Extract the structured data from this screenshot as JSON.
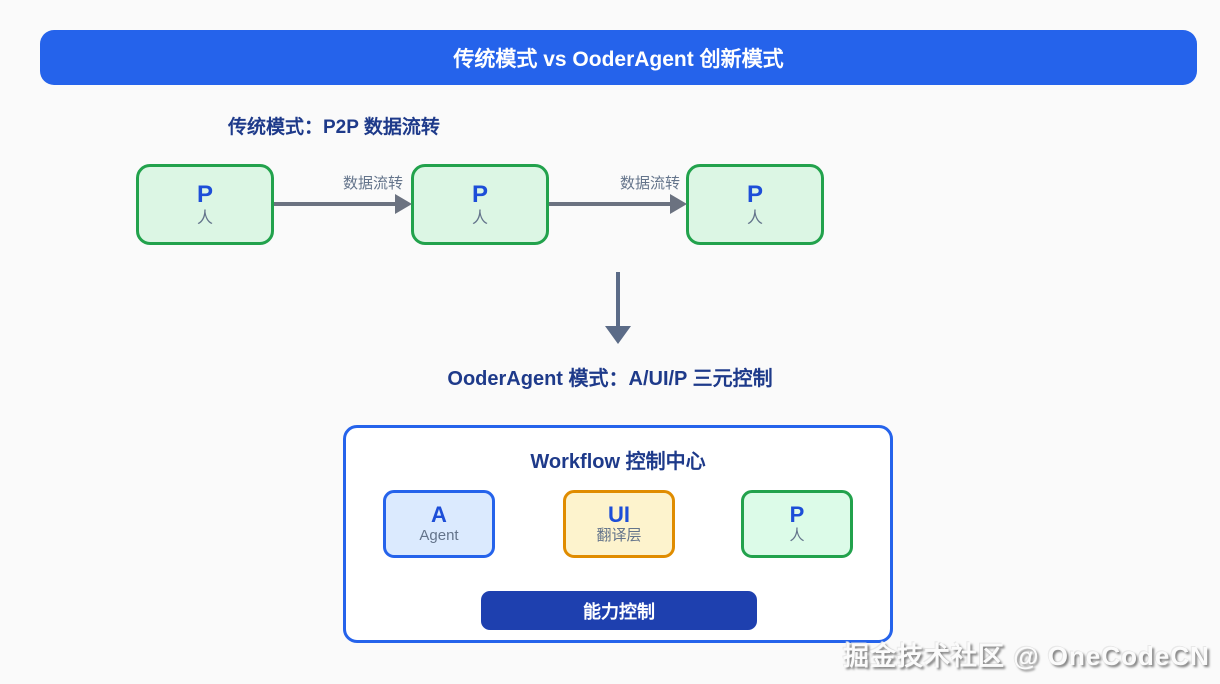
{
  "banner": {
    "title": "传统模式 vs OoderAgent 创新模式"
  },
  "traditional": {
    "heading": "传统模式：P2P 数据流转",
    "arrow_label": "数据流转",
    "nodes": [
      {
        "label": "P",
        "sublabel": "人"
      },
      {
        "label": "P",
        "sublabel": "人"
      },
      {
        "label": "P",
        "sublabel": "人"
      }
    ]
  },
  "agent_mode": {
    "heading": "OoderAgent 模式：A/UI/P 三元控制",
    "workflow": {
      "title": "Workflow 控制中心",
      "nodes": [
        {
          "label": "A",
          "sublabel": "Agent"
        },
        {
          "label": "UI",
          "sublabel": "翻译层"
        },
        {
          "label": "P",
          "sublabel": "人"
        }
      ],
      "button_label": "能力控制"
    }
  },
  "watermark": "掘金技术社区 @ OneCodeCN",
  "colors": {
    "banner_blue": "#2563eb",
    "heading_navy": "#1e3a8a",
    "node_label_blue": "#1d4ed8",
    "green_border": "#22a24c",
    "green_fill": "#dcf6e4",
    "blue_fill": "#dbeafe",
    "yellow_fill": "#fdf3cd",
    "orange_border": "#e08c00",
    "arrow_gray": "#6b7280",
    "button_blue": "#1e40af"
  }
}
